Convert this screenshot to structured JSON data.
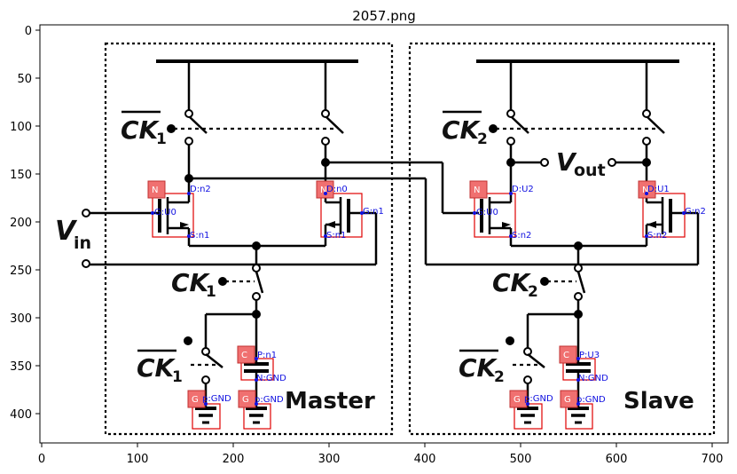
{
  "figure": {
    "title": "2057.png",
    "x_ticks": [
      "0",
      "100",
      "200",
      "300",
      "400",
      "500",
      "600",
      "700"
    ],
    "y_ticks": [
      "0",
      "50",
      "100",
      "150",
      "200",
      "250",
      "300",
      "350",
      "400"
    ]
  },
  "circuit": {
    "blocks": {
      "master": "Master",
      "slave": "Slave"
    },
    "labels": {
      "vin_main": "V",
      "vin_sub": "in",
      "vout_main": "V",
      "vout_sub": "out",
      "ck1": "CK",
      "ck1_sub": "1",
      "ck2": "CK",
      "ck2_sub": "2"
    },
    "components": [
      {
        "tag": "N",
        "annotations": [
          "D:n2",
          "G:U0",
          "S:n1"
        ]
      },
      {
        "tag": "N",
        "annotations": [
          "D:n0",
          "G:n1",
          "S:n1"
        ]
      },
      {
        "tag": "C",
        "annotations": [
          "P:n1",
          "N:GND"
        ]
      },
      {
        "tag": "G",
        "annotations": [
          "p:GND"
        ]
      },
      {
        "tag": "G",
        "annotations": [
          "p:GND"
        ]
      },
      {
        "tag": "N",
        "annotations": [
          "D:U2",
          "G:U0",
          "S:n2"
        ]
      },
      {
        "tag": "N",
        "annotations": [
          "D:U1",
          "G:n2",
          "S:n2"
        ]
      },
      {
        "tag": "C",
        "annotations": [
          "P:U3",
          "N:GND"
        ]
      },
      {
        "tag": "G",
        "annotations": [
          "p:GND"
        ]
      },
      {
        "tag": "G",
        "annotations": [
          "p:GND"
        ]
      }
    ]
  }
}
